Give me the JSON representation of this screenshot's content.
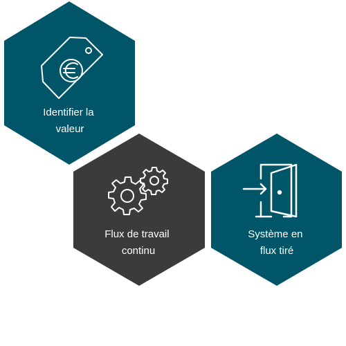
{
  "hexagons": [
    {
      "id": "value",
      "label_lines": [
        "Identifier la",
        "valeur"
      ],
      "icon": "euro-price-tag-icon",
      "color": "#005668"
    },
    {
      "id": "flow",
      "label_lines": [
        "Flux de travail",
        "continu"
      ],
      "icon": "gears-icon",
      "color": "#3b3b3b"
    },
    {
      "id": "pull",
      "label_lines": [
        "Système en",
        "flux tiré"
      ],
      "icon": "enter-door-icon",
      "color": "#005668"
    }
  ],
  "colors": {
    "icon_stroke": "#ffffff",
    "text": "#ffffff",
    "background": "#ffffff"
  }
}
